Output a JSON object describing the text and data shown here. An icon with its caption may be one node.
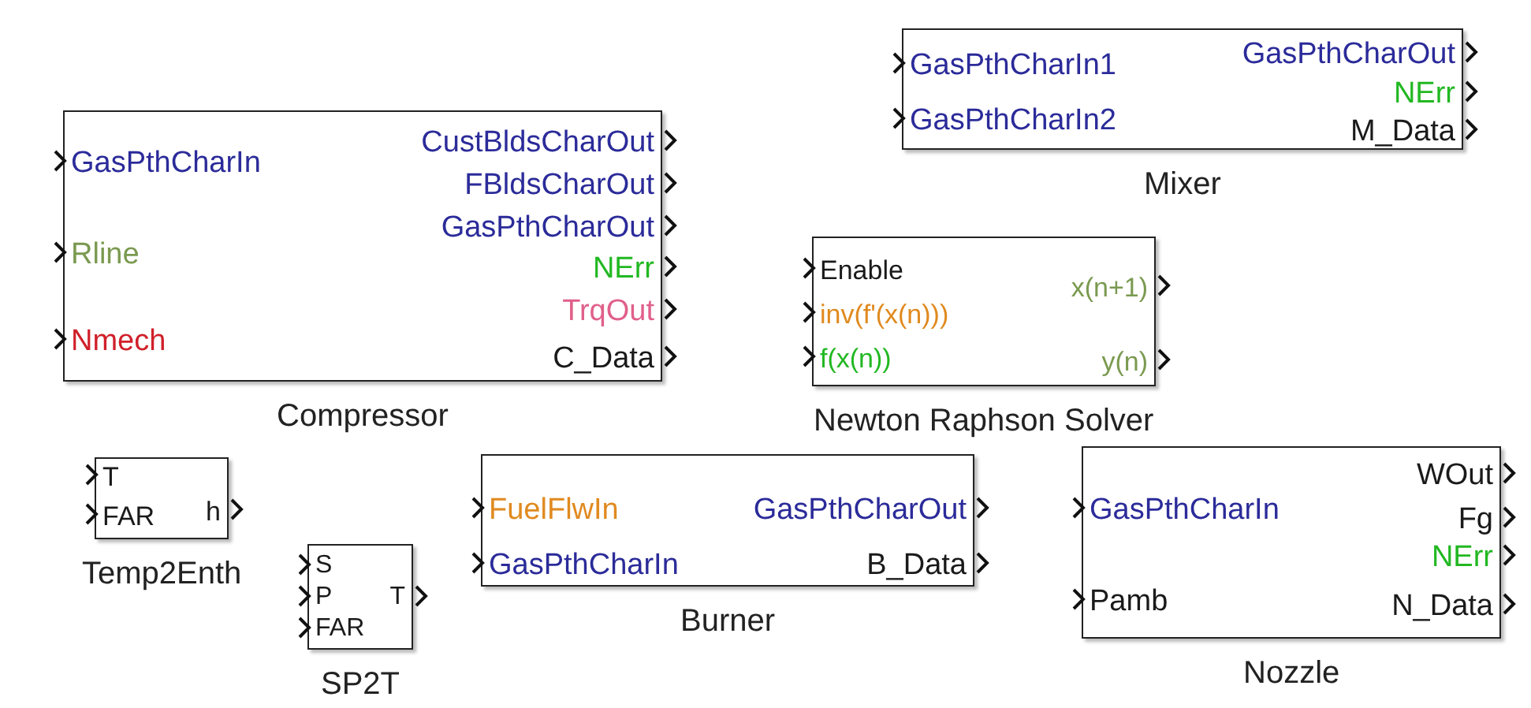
{
  "diagram": {
    "nodes": [
      {
        "text": [
          "GasPthCharIn",
          "Rline",
          "Nmech",
          "CustBldsCharOut",
          "FBldsCharOut",
          "GasPthCharOut",
          "NErr",
          "TrqOut",
          "C_Data",
          "Compressor"
        ]
      },
      {
        "text": [
          "GasPthCharIn1",
          "GasPthCharIn2",
          "GasPthCharOut",
          "NErr",
          "M_Data",
          "Mixer"
        ]
      },
      {
        "text": [
          "Enable",
          "inv(f'(x(n)))",
          "f(x(n))",
          "x(n+1)",
          "y(n)",
          "Newton Raphson Solver"
        ]
      },
      {
        "text": [
          "T",
          "FAR",
          "h",
          "Temp2Enth"
        ]
      },
      {
        "text": [
          "S",
          "P",
          "FAR",
          "T",
          "SP2T"
        ]
      },
      {
        "text": [
          "FuelFlwIn",
          "GasPthCharIn",
          "GasPthCharOut",
          "B_Data",
          "Burner"
        ]
      },
      {
        "text": [
          "GasPthCharIn",
          "Pamb",
          "WOut",
          "Fg",
          "NErr",
          "N_Data",
          "Nozzle"
        ]
      }
    ]
  }
}
